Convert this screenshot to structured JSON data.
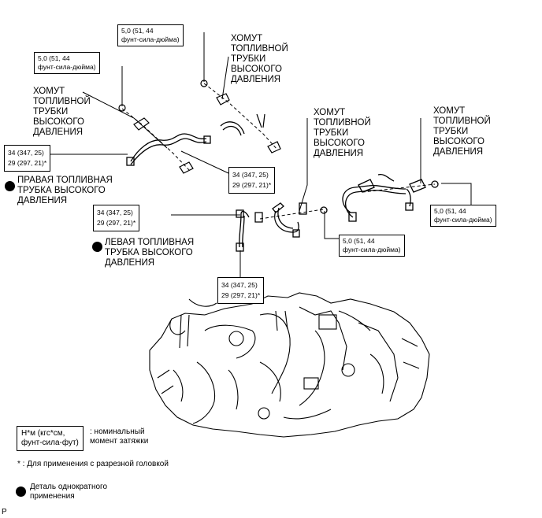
{
  "labels": {
    "clamp": "ХОМУТ\nТОПЛИВНОЙ\nТРУБКИ\nВЫСОКОГО\nДАВЛЕНИЯ",
    "right_pipe": "ПРАВАЯ ТОПЛИВНАЯ\nТРУБКА ВЫСОКОГО\nДАВЛЕНИЯ",
    "left_pipe": "ЛЕВАЯ ТОПЛИВНАЯ\nТРУБКА ВЫСОКОГО\nДАВЛЕНИЯ"
  },
  "torque": {
    "small_line1": "5,0 (51, 44",
    "small_line2": "фунт-сила-дюйма)",
    "large_line1": "34 (347, 25)",
    "large_line2": "29 (297, 21)*"
  },
  "legend": {
    "unit_box_line1": "Н*м (кгс*см,",
    "unit_box_line2": "фунт-сила-фут)",
    "unit_desc_line1": ": номинальный",
    "unit_desc_line2": "момент затяжки",
    "note": "* : Для применения с разрезной головкой",
    "part_line1": "Деталь однократного",
    "part_line2": "применения"
  },
  "corner_letter": "P"
}
